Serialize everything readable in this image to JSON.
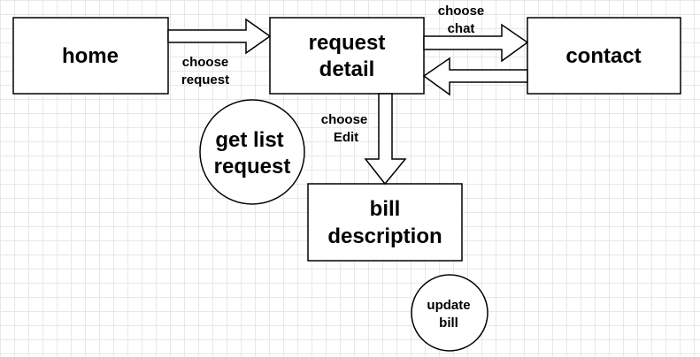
{
  "nodes": {
    "home": {
      "label": "home"
    },
    "request_detail": {
      "line1": "request",
      "line2": "detail"
    },
    "contact": {
      "label": "contact"
    },
    "bill_description": {
      "line1": "bill",
      "line2": "description"
    }
  },
  "notes": {
    "get_list_request": {
      "line1": "get list",
      "line2": "request"
    },
    "update_bill": {
      "line1": "update",
      "line2": "bill"
    }
  },
  "edges": {
    "home_to_request": {
      "line1": "choose",
      "line2": "request"
    },
    "request_to_contact": {
      "line1": "choose",
      "line2": "chat"
    },
    "request_to_bill": {
      "line1": "choose",
      "line2": "Edit"
    }
  }
}
